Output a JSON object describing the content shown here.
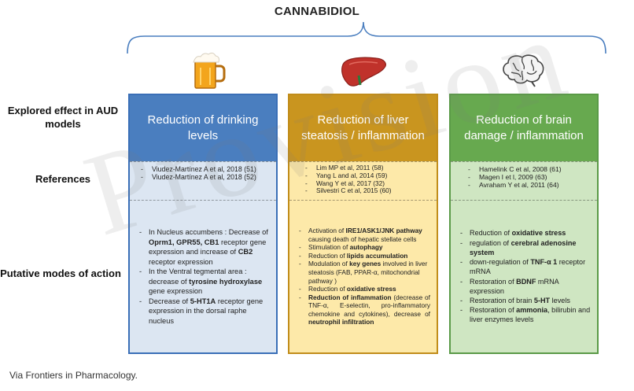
{
  "title": "CANNABIDIOL",
  "row_labels": {
    "effect": "Explored effect in AUD models",
    "references": "References",
    "modes": "Putative modes of action"
  },
  "columns": [
    {
      "icon": "beer-mug-icon",
      "heading": "Reduction of drinking levels",
      "color": "#4a7ebf",
      "references": [
        "Viudez-Martínez A et al, 2018 (51)",
        "Viudez-Martínez A et al, 2018 (52)"
      ],
      "actions": [
        [
          "In Nucleus accumbens : Decrease of ",
          {
            "b": "Oprm1, GPR55, CB1"
          },
          " receptor gene expression and increase of ",
          {
            "b": "CB2"
          },
          " receptor expression"
        ],
        [
          "In the Ventral tegmental area : decrease of ",
          {
            "b": "tyrosine hydroxylase"
          },
          " gene expression"
        ],
        [
          "Decrease of ",
          {
            "b": "5-HT1A"
          },
          " receptor gene expression in the dorsal raphe nucleus"
        ]
      ]
    },
    {
      "icon": "liver-icon",
      "heading": "Reduction of liver steatosis / inflammation",
      "color": "#c9951f",
      "references": [
        "Lim MP et al, 2011 (58)",
        "Yang L and al, 2014 (59)",
        "Wang Y et al, 2017 (32)",
        "Silvestri C et al, 2015 (60)"
      ],
      "actions": [
        [
          "Activation of ",
          {
            "b": "IRE1/ASK1/JNK pathway"
          },
          " causing death of hepatic stellate cells"
        ],
        [
          "Stimulation of ",
          {
            "b": "autophagy"
          }
        ],
        [
          "Reduction of ",
          {
            "b": "lipids accumulation"
          }
        ],
        [
          "Modulation of ",
          {
            "b": "key genes"
          },
          " involved in liver steatosis (FAB, PPAR-α, mitochondrial pathway )"
        ],
        [
          "Reduction of ",
          {
            "b": "oxidative stress"
          }
        ],
        [
          {
            "b": "Reduction of inflammation"
          },
          " (decrease of TNF-α, E-selectin, pro-inflammatory chemokine and cytokines), decrease of ",
          {
            "b": "neutrophil infiltration"
          }
        ]
      ]
    },
    {
      "icon": "brain-icon",
      "heading": "Reduction of brain damage / inflammation",
      "color": "#67a94f",
      "references": [
        "Hamelink C et al, 2008 (61)",
        "Magen I et l, 2009 (63)",
        "Avraham Y et al, 2011 (64)"
      ],
      "actions": [
        [
          "Reduction of ",
          {
            "b": "oxidative stress"
          }
        ],
        [
          "regulation of ",
          {
            "b": "cerebral adenosine system"
          }
        ],
        [
          "down-regulation of ",
          {
            "b": "TNF-α 1"
          },
          " receptor mRNA"
        ],
        [
          "Restoration of ",
          {
            "b": "BDNF"
          },
          " mRNA expression"
        ],
        [
          "Restoration of brain ",
          {
            "b": "5-HT"
          },
          " levels"
        ],
        [
          "Restoration of ",
          {
            "b": "ammonia"
          },
          ", bilirubin and liver enzymes levels"
        ]
      ]
    }
  ],
  "watermark": "Provision",
  "caption": "Via Frontiers in Pharmacology."
}
